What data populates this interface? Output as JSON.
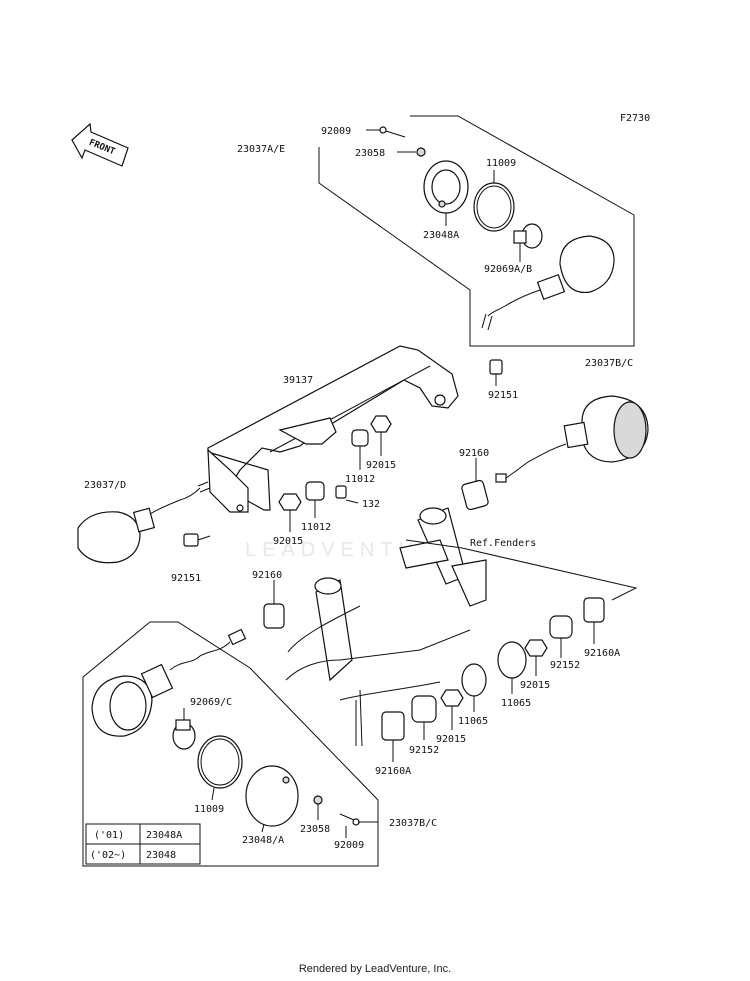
{
  "diagram_code": "F2730",
  "front_label": "FRONT",
  "watermark": "LEADVENTURE",
  "ref_label": "Ref.Fenders",
  "footer": "Rendered by LeadVenture, Inc.",
  "parts": {
    "p92009_top": "92009",
    "p23037ae": "23037A/E",
    "p23058_top": "23058",
    "p11009_top": "11009",
    "p23048a_top": "23048A",
    "p92069ab": "92069A/B",
    "p39137": "39137",
    "p92151_right": "92151",
    "p23037bc_top": "23037B/C",
    "p92015_a": "92015",
    "p11012_a": "11012",
    "p92160_a": "92160",
    "p23037d": "23037/D",
    "p132": "132",
    "p11012_b": "11012",
    "p92015_b": "92015",
    "p92151_left": "92151",
    "p92160_b": "92160",
    "p92069c": "92069/C",
    "p92152_a": "92152",
    "p92160a_a": "92160A",
    "p92015_c": "92015",
    "p11065_a": "11065",
    "p11065_b": "11065",
    "p92015_d": "92015",
    "p92152_b": "92152",
    "p92160a_b": "92160A",
    "p11009_bottom": "11009",
    "p23048_a_bottom": "23048/A",
    "p23058_bottom": "23058",
    "p92009_bottom": "92009",
    "p23037bc_bottom": "23037B/C"
  },
  "table": {
    "rows": [
      {
        "year": "('01)",
        "part": "23048A"
      },
      {
        "year": "('02~)",
        "part": "23048"
      }
    ]
  }
}
